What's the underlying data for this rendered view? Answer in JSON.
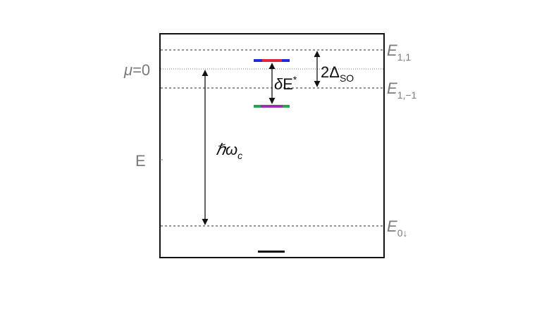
{
  "labels": {
    "mu_prefix": "μ",
    "mu_suffix": "=0",
    "energy_axis": "E",
    "level_11_main": "E",
    "level_11_sub": "1,1",
    "level_1m1_main": "E",
    "level_1m1_sub": "1,−1",
    "level_0down_main": "E",
    "level_0down_sub": "0↓",
    "spin_orbit_main": "2Δ",
    "spin_orbit_sub": "SO",
    "delta_e_prefix": "δ",
    "delta_e_main": "E",
    "delta_e_sup": "*",
    "cyclotron_main": "ℏω",
    "cyclotron_sub": "c"
  },
  "colors": {
    "frame": "#111111",
    "dotted": "#555555",
    "label_gray": "#7a7a7a",
    "upper_bar_outer": "#1f2bd8",
    "upper_bar_inner": "#e0233a",
    "lower_bar_outer": "#22a84a",
    "lower_bar_inner": "#9b2fb0",
    "base_bar": "#111111"
  }
}
